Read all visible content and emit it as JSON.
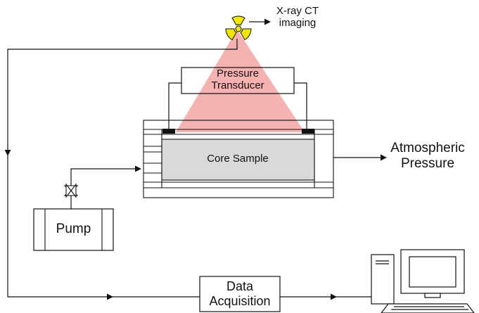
{
  "labels": {
    "xray": "X-ray CT\nimaging",
    "transducer": "Pressure\nTransducer",
    "core": "Core Sample",
    "atmos": "Atmospheric\nPressure",
    "pump": "Pump",
    "daq": "Data\nAcquisition"
  },
  "colors": {
    "beam": "#f4a3a3",
    "core": "#d9d9d9",
    "radiation": "#f2e600",
    "line": "#111111"
  },
  "icons": {
    "radiation": "radiation-trefoil-icon",
    "valve": "valve-icon",
    "computer": "computer-icon"
  }
}
